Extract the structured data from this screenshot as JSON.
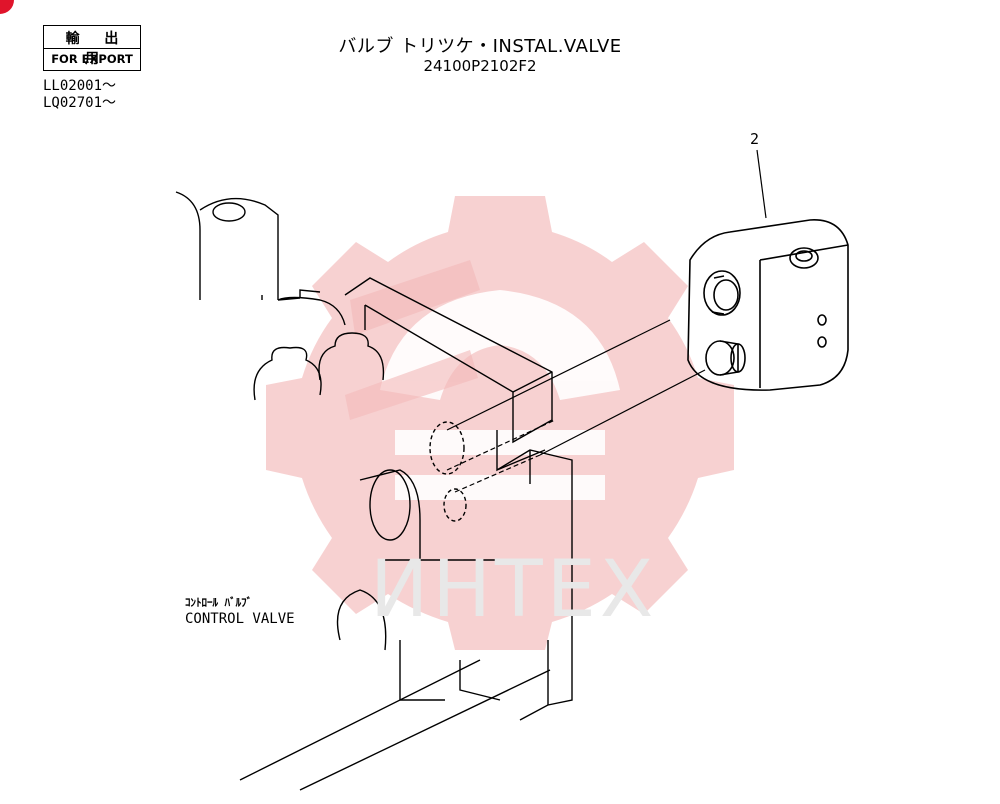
{
  "header": {
    "export_box": {
      "jp": "輸 出 用",
      "en": "FOR EXPORT"
    },
    "serials": [
      "LL02001～",
      "LQ02701～"
    ],
    "title": "バルブ トリツケ・INSTAL.VALVE",
    "part_code": "24100P2102F2"
  },
  "callouts": {
    "item_2": "2"
  },
  "labels": {
    "control_valve_jp": "ｺﾝﾄﾛｰﾙ ﾊﾞﾙﾌﾞ",
    "control_valve_en": "CONTROL VALVE"
  },
  "watermark": {
    "text": "ИНТЕХ",
    "logo": "gear-logo-watermark",
    "color": "#f3b9b9"
  },
  "accent": "#e0142b"
}
